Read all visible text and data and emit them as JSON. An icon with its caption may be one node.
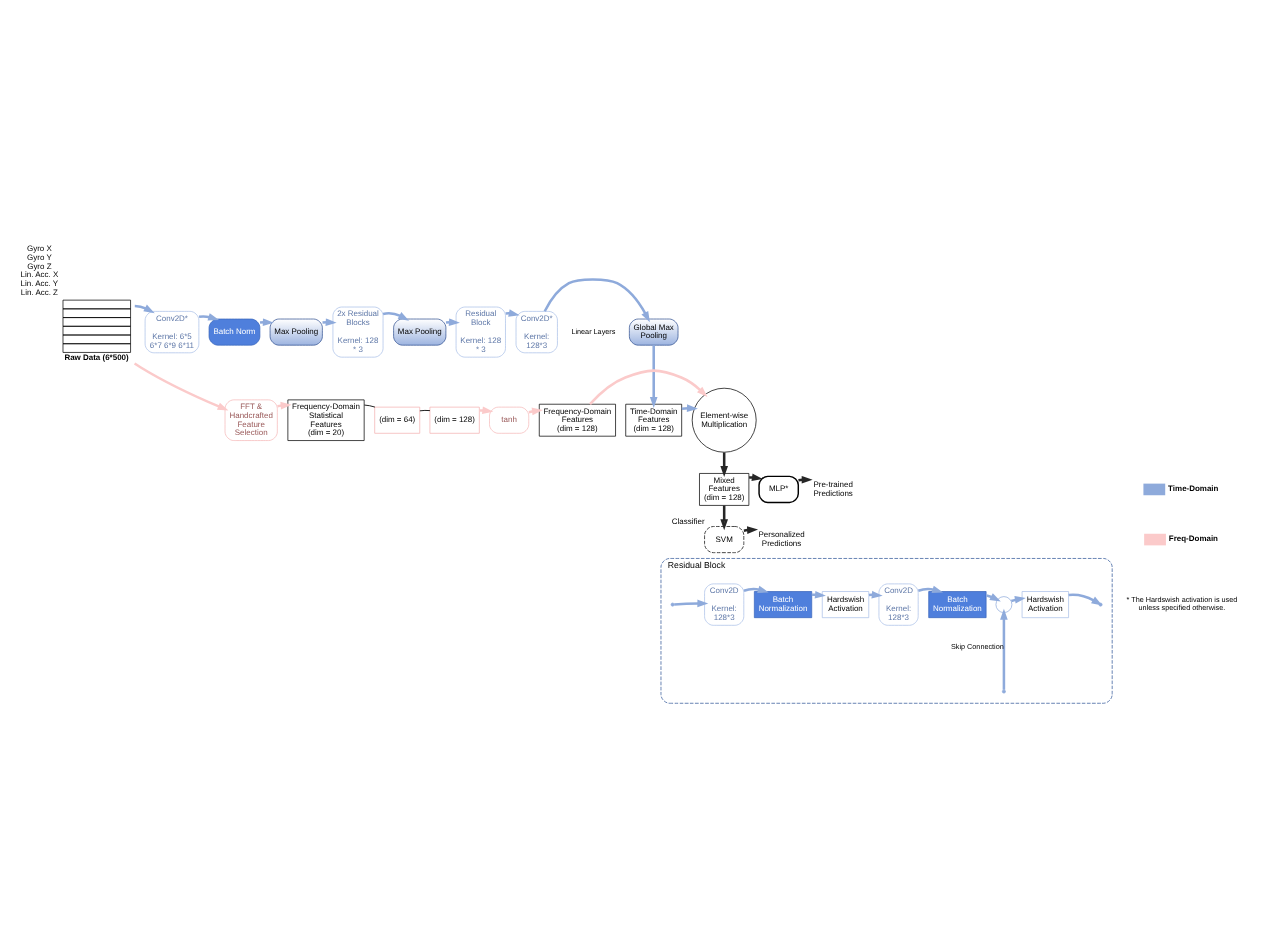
{
  "diagram": {
    "nodes": [
      {
        "text": [
          "Raw Data (6*500)"
        ],
        "beside": [
          "Gyro X",
          "Gyro Y",
          "Gyro Z",
          "Lin. Acc. X",
          "Lin. Acc. Y",
          "Lin. Acc. Z"
        ]
      },
      {
        "text": [
          "Conv2D*",
          "Kernel: 6*5 6*7 6*9 6*11"
        ]
      },
      {
        "text": [
          "Batch Norm"
        ]
      },
      {
        "text": [
          "Max Pooling"
        ]
      },
      {
        "text": [
          "2x Residual Blocks",
          "Kernel: 128 * 3"
        ]
      },
      {
        "text": [
          "Max Pooling"
        ]
      },
      {
        "text": [
          "Residual Block",
          "Kernel: 128 * 3"
        ]
      },
      {
        "text": [
          "Conv2D*",
          "Kernel: 128*3"
        ]
      },
      {
        "text": [
          "Global Max Pooling"
        ]
      },
      {
        "text": [
          "FFT & Handcrafted Feature Selection"
        ]
      },
      {
        "text": [
          "Frequency-Domain Statistical Features (dim = 20)"
        ]
      },
      {
        "text": [
          "(dim = 64)"
        ]
      },
      {
        "text": [
          "(dim = 128)"
        ]
      },
      {
        "text": [
          "tanh"
        ]
      },
      {
        "text": [
          "Frequency-Domain Features (dim = 128)"
        ]
      },
      {
        "text": [
          "Element-wise Multiplication"
        ]
      },
      {
        "text": [
          "Time-Domain Features (dim = 128)"
        ]
      },
      {
        "text": [
          "Mixed Features (dim = 128)"
        ]
      },
      {
        "text": [
          "MLP*"
        ]
      },
      {
        "text": [
          "SVM"
        ],
        "beside": [
          "Classifier"
        ]
      },
      {
        "text": [
          "Pre-trained Predictions"
        ]
      },
      {
        "text": [
          "Personalized Predictions"
        ]
      },
      {
        "text": [
          "Residual Block"
        ]
      },
      {
        "text": [
          "Conv2D",
          "Kernel: 128*3"
        ],
        "in": 22
      },
      {
        "text": [
          "Batch Normalization"
        ],
        "in": 22
      },
      {
        "text": [
          "Hardswish Activation"
        ],
        "in": 22
      },
      {
        "text": [
          "Conv2D",
          "Kernel: 128*3"
        ],
        "in": 22
      },
      {
        "text": [
          "Batch Normalization"
        ],
        "in": 22
      },
      {
        "text": [],
        "shape": "circle",
        "in": 22
      },
      {
        "text": [
          "Hardswish Activation"
        ],
        "in": 22
      }
    ],
    "edges": [
      {
        "from": 0,
        "to": 1,
        "arrow": "to"
      },
      {
        "from": 1,
        "to": 2,
        "arrow": "to"
      },
      {
        "from": 2,
        "to": 3,
        "arrow": "to"
      },
      {
        "from": 3,
        "to": 4,
        "arrow": "to"
      },
      {
        "from": 4,
        "to": 5,
        "arrow": "to"
      },
      {
        "from": 5,
        "to": 6,
        "arrow": "to"
      },
      {
        "from": 6,
        "to": 7,
        "arrow": "to"
      },
      {
        "from": 7,
        "to": 8,
        "arrow": "to"
      },
      {
        "from": 8,
        "to": 16,
        "arrow": "to"
      },
      {
        "from": 0,
        "to": 9,
        "arrow": "to",
        "color": "#fbcaca"
      },
      {
        "from": 9,
        "to": 10,
        "arrow": "to",
        "color": "#fbcaca"
      },
      {
        "from": 10,
        "to": 11,
        "arrow": "none",
        "color": "#000000"
      },
      {
        "from": 11,
        "to": 12,
        "arrow": "none",
        "color": "#000000"
      },
      {
        "from": 12,
        "to": 13,
        "arrow": "to",
        "color": "#fbcaca"
      },
      {
        "from": 13,
        "to": 14,
        "arrow": "to",
        "color": "#fbcaca"
      },
      {
        "from": 14,
        "to": 15,
        "arrow": "to",
        "color": "#fbcaca"
      },
      {
        "from": 16,
        "to": 15,
        "arrow": "to"
      },
      {
        "from": 15,
        "to": 17,
        "arrow": "to",
        "color": "#262626"
      },
      {
        "from": 17,
        "to": 18,
        "arrow": "to",
        "color": "#262626"
      },
      {
        "from": 18,
        "to": 20,
        "arrow": "to",
        "color": "#262626"
      },
      {
        "from": 17,
        "to": 19,
        "arrow": "to",
        "color": "#262626"
      },
      {
        "from": 19,
        "to": 21,
        "arrow": "to",
        "color": "#262626"
      },
      {
        "from": 22,
        "to": 23,
        "arrow": "to"
      },
      {
        "from": 23,
        "to": 24,
        "arrow": "to"
      },
      {
        "from": 24,
        "to": 25,
        "arrow": "to"
      },
      {
        "from": 25,
        "to": 26,
        "arrow": "to"
      },
      {
        "from": 26,
        "to": 27,
        "arrow": "to"
      },
      {
        "from": 27,
        "to": 28,
        "arrow": "to"
      },
      {
        "from": 28,
        "to": 29,
        "arrow": "to"
      },
      {
        "from": 29,
        "to": 22,
        "arrow": "to"
      },
      {
        "from": 22,
        "to": 28,
        "arrow": "to",
        "label": "Skip Connection"
      }
    ],
    "labels": [
      "Linear Layers",
      "* The Hardswish activation is used unless specified otherwise."
    ],
    "legend": [
      {
        "text": "Time-Domain"
      },
      {
        "text": "Freq-Domain"
      }
    ]
  }
}
